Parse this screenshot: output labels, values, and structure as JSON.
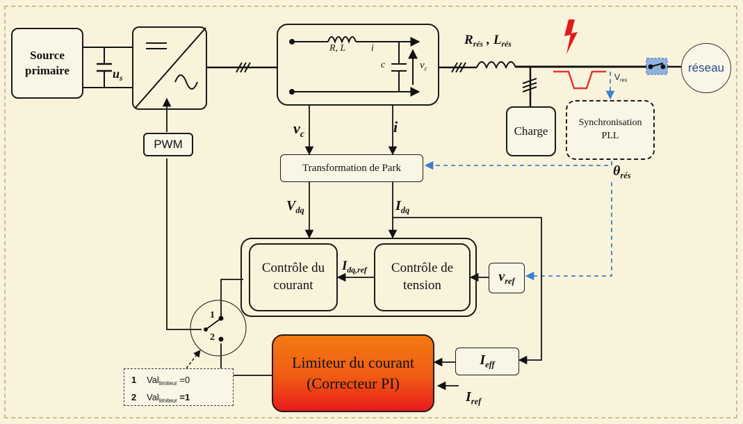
{
  "colors": {
    "background": "#faf3dc",
    "limiter_top": "#f47a12",
    "limiter_bottom": "#e81b1b",
    "fault_bolt": "#e21a1a",
    "dip_signal": "#e03535",
    "dashed_link": "#3d7fd0",
    "grid_switch": "#8fb3df"
  },
  "blocks": {
    "source": "Source primaire",
    "us": "u",
    "us_sub": "s",
    "pwm": "PWM",
    "filter_rl": "R, L",
    "filter_i": "i",
    "filter_c": "c",
    "filter_vc": "v",
    "filter_vc_sub": "c",
    "charge": "Charge",
    "sync": "Synchronisation PLL",
    "park": "Transformation de Park",
    "current_control": "Contrôle du courant",
    "voltage_control": "Contrôle de tension",
    "limiter_line1": "Limiteur du courant",
    "limiter_line2": "(Correcteur PI)",
    "grid": "réseau"
  },
  "signals": {
    "vc": "v",
    "vc_sub": "c",
    "i": "i",
    "vdq": "V",
    "vdq_sub": "dq",
    "idq": "I",
    "idq_sub": "dq",
    "idqref": "I",
    "idqref_sub": "dq,ref",
    "vref": "v",
    "vref_sub": "ref",
    "ieff": "I",
    "ieff_sub": "eff",
    "iref": "I",
    "iref_sub": "ref",
    "theta": "θ",
    "theta_sub": "rés",
    "r_res": "R",
    "r_res_sub": "rés",
    "l_res": "L",
    "l_res_sub": "rés",
    "sep": ",",
    "vres": "V",
    "vres_sub": "res"
  },
  "switch": {
    "pos1": "1",
    "pos2": "2"
  },
  "legend": {
    "row1_num": "1",
    "row1_text": "Val",
    "row1_sub": "limiteur",
    "row1_val": " =0",
    "row2_num": "2",
    "row2_text": "Val",
    "row2_sub": "limiteur",
    "row2_val": " =1"
  },
  "icons": [
    "capacitor-icon",
    "inductor-icon",
    "fault-bolt-icon",
    "voltage-dip-icon",
    "breaker-switch-icon",
    "inverter-symbol-icon",
    "triple-phase-mark-icon"
  ]
}
